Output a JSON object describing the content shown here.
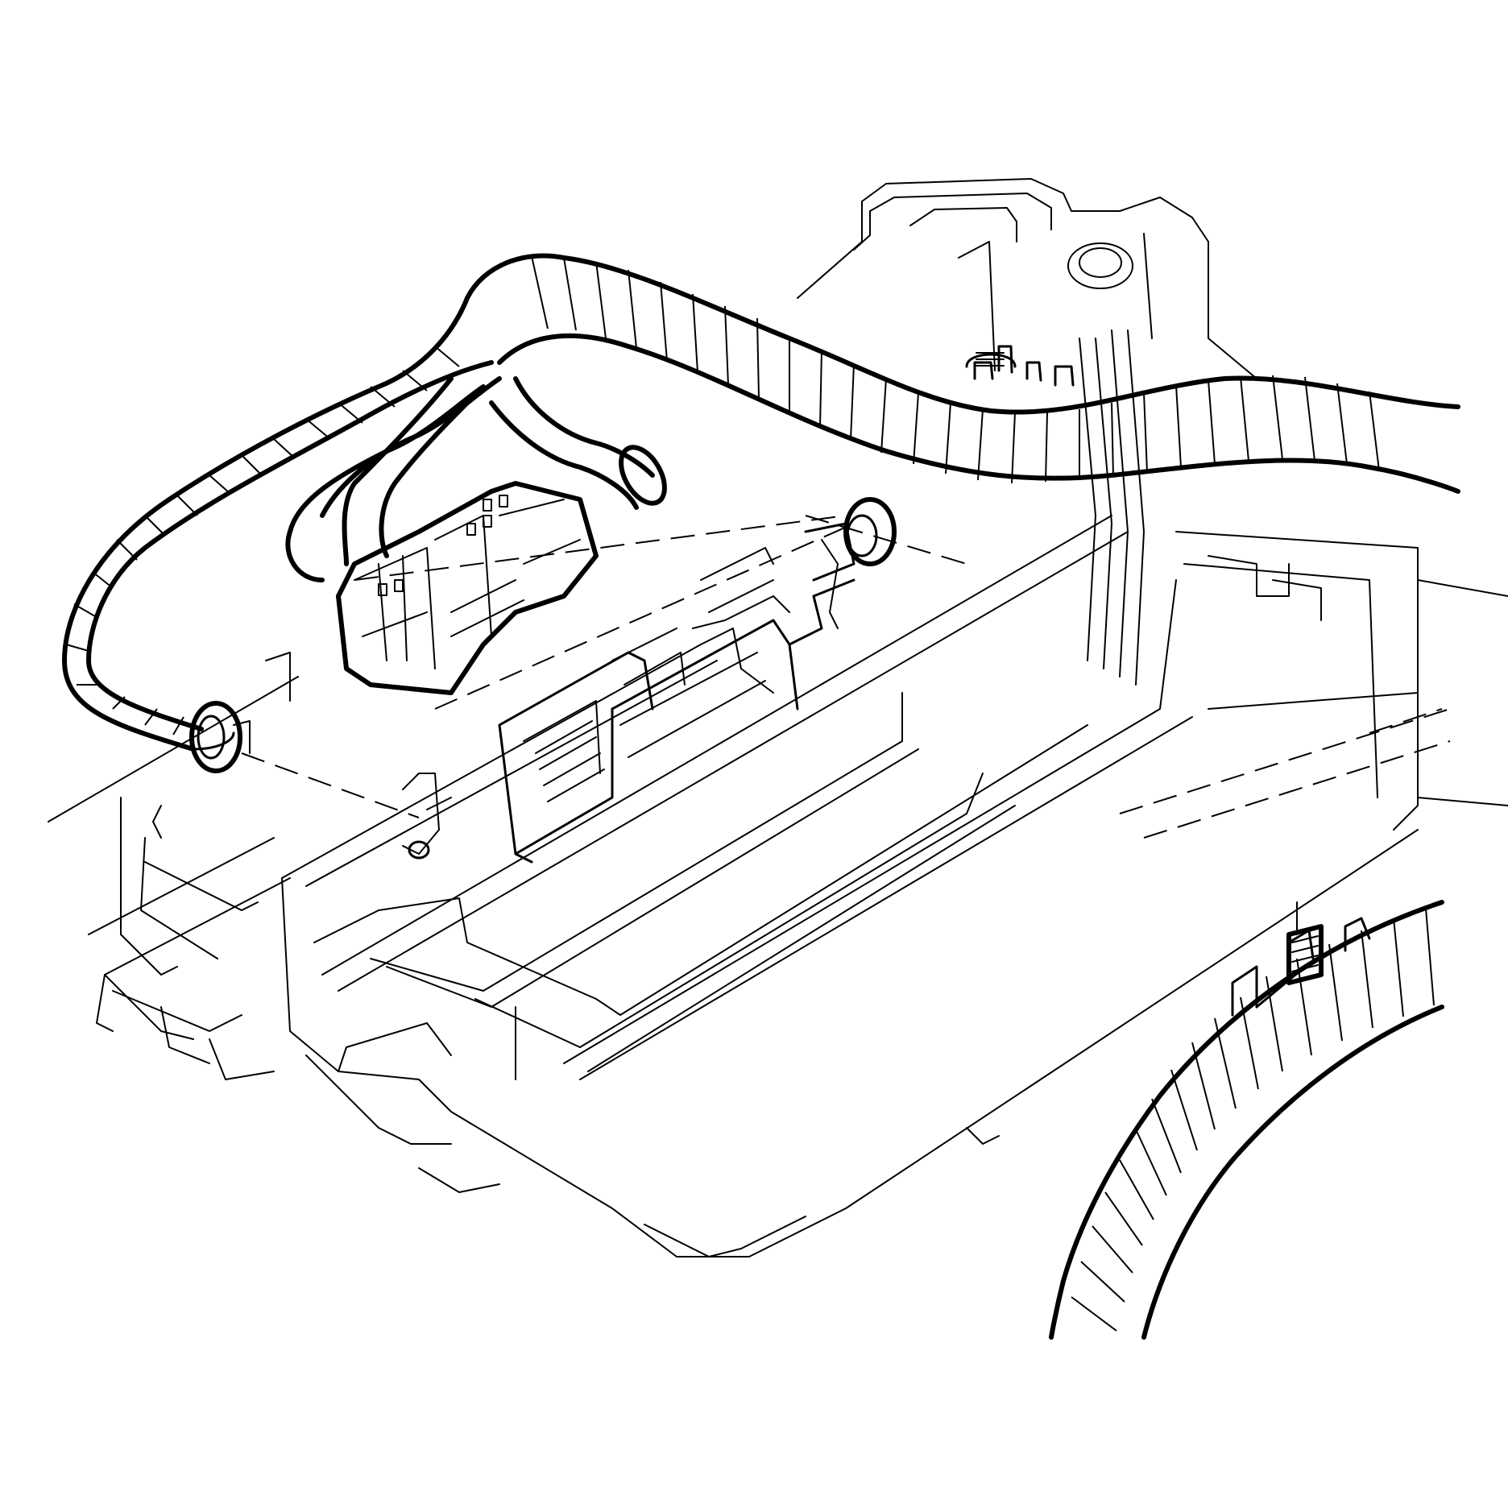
{
  "figure": {
    "kind": "exploded-view line drawing",
    "colors": {
      "ink": "#000000",
      "paper": "#ffffff"
    },
    "components": [
      "wiring-harness",
      "electrical-connectors",
      "control-module",
      "module-bracket",
      "battery-tray",
      "cable-clips",
      "ground-terminal"
    ]
  }
}
